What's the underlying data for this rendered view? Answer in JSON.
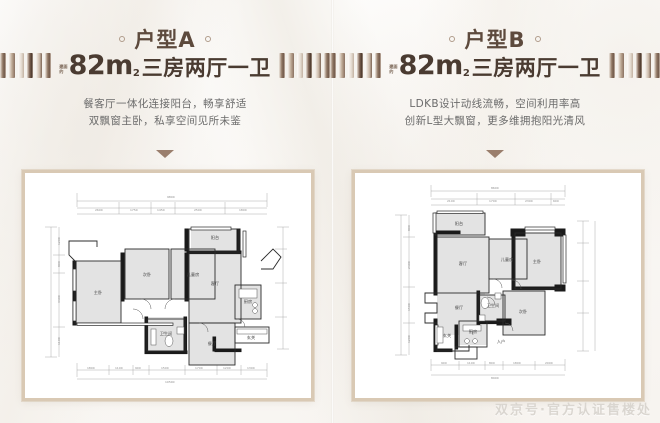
{
  "page": {
    "watermark": "双京号·官方认证售楼处"
  },
  "panels": [
    {
      "id": "A",
      "title": "户型A",
      "area_prefix_line1": "建面",
      "area_prefix_line2": "约",
      "area_number": "82",
      "area_unit": "m",
      "area_unit_sup": "2",
      "room_spec": "三房两厅一卫",
      "desc_line1": "餐客厅一体化连接阳台，畅享舒适",
      "desc_line2": "双飘窗主卧，私享空间见所未鉴",
      "plan_labels": {
        "living": "客厅",
        "dining": "餐厅",
        "master_bed": "主卧",
        "bed2": "次卧",
        "bed3": "儿童房",
        "kitchen": "厨房",
        "bath": "卫生间",
        "balcony": "阳台",
        "entry": "入户花园"
      },
      "dimensions_top": [
        "2600",
        "1750",
        "1450",
        "2500",
        "1800"
      ],
      "dimensions_bottom": [
        "1800",
        "1100",
        "900",
        "1500",
        "1700",
        "1200",
        "1300"
      ],
      "dimensions_total_top": "9800",
      "dimensions_total_bottom": "10500",
      "dimensions_left": [
        "1200",
        "800",
        "3400",
        "1100"
      ],
      "dimensions_right": [
        "900",
        "1300",
        "2600",
        "1200"
      ]
    },
    {
      "id": "B",
      "title": "户型B",
      "area_prefix_line1": "建面",
      "area_prefix_line2": "约",
      "area_number": "82",
      "area_unit": "m",
      "area_unit_sup": "2",
      "room_spec": "三房两厅一卫",
      "desc_line1": "LDKB设计动线流畅，空间利用率高",
      "desc_line2": "创新L型大飘窗，更多维拥抱阳光清风",
      "plan_labels": {
        "living": "客厅",
        "dining": "餐厅",
        "master_bed": "主卧",
        "bed2": "次卧",
        "bed3": "儿童房",
        "kitchen": "厨房",
        "bath": "卫生间",
        "balcony": "阳台",
        "entry": "入户花园"
      },
      "dimensions_top": [
        "2100",
        "1700",
        "2300",
        "600"
      ],
      "dimensions_bottom": [
        "900",
        "1100",
        "800",
        "1800",
        "2000"
      ],
      "dimensions_total_top": "8600",
      "dimensions_total_bottom": "8900",
      "dimensions_left": [
        "800",
        "2400",
        "1500",
        "1200"
      ],
      "dimensions_right": [
        "700",
        "1900",
        "1100",
        "1400"
      ]
    }
  ],
  "colors": {
    "title": "#5d4a3d",
    "number": "#4a3b31",
    "desc": "#6b6b6b",
    "frame": "#d9c9b4",
    "accent_dark": "#4e3a2e",
    "accent_light": "#cdbdaf",
    "watermark": "#dad6d0"
  }
}
